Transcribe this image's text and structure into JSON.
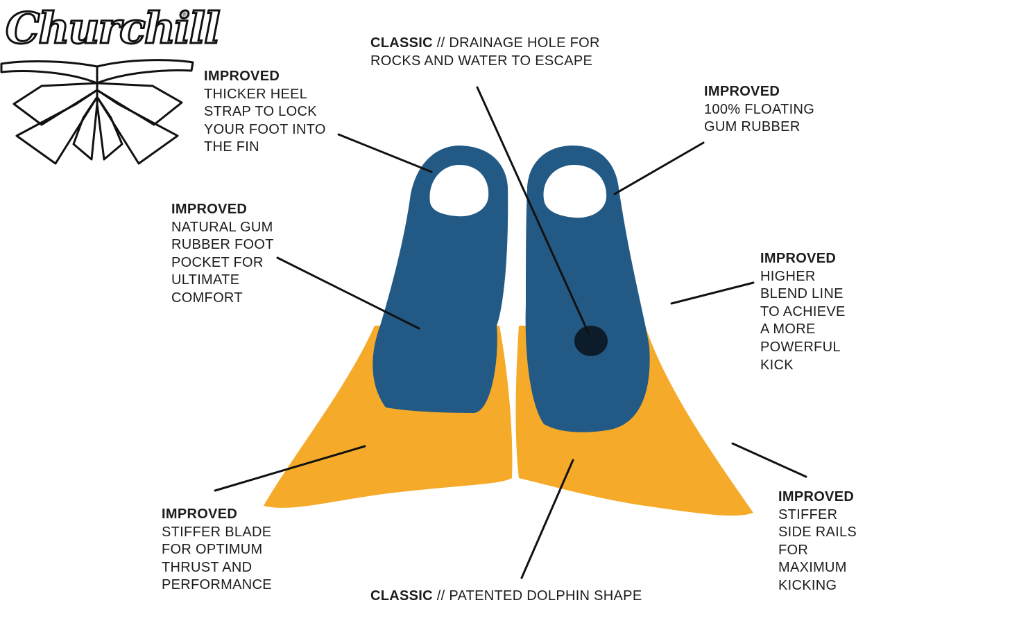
{
  "brand": {
    "name": "Churchill",
    "registered": "®"
  },
  "colors": {
    "blue": "#225a85",
    "yellow": "#f5aa2a",
    "ink": "#111111"
  },
  "callouts": {
    "heel_strap": {
      "tag": "IMPROVED",
      "lines": [
        "THICKER HEEL",
        "STRAP TO LOCK",
        "YOUR FOOT INTO",
        "THE FIN"
      ]
    },
    "drainage": {
      "tag": "CLASSIC",
      "sep": " // ",
      "first": "DRAINAGE HOLE FOR",
      "second": "ROCKS AND WATER TO ESCAPE"
    },
    "floating": {
      "tag": "IMPROVED",
      "lines": [
        "100% FLOATING",
        "GUM RUBBER"
      ]
    },
    "foot_pocket": {
      "tag": "IMPROVED",
      "lines": [
        "NATURAL GUM",
        "RUBBER FOOT",
        "POCKET FOR",
        "ULTIMATE",
        "COMFORT"
      ]
    },
    "blend_line": {
      "tag": "IMPROVED",
      "lines": [
        "HIGHER",
        "BLEND LINE",
        "TO ACHIEVE",
        "A MORE",
        "POWERFUL",
        "KICK"
      ]
    },
    "blade": {
      "tag": "IMPROVED",
      "lines": [
        "STIFFER BLADE",
        "FOR OPTIMUM",
        "THRUST AND",
        "PERFORMANCE"
      ]
    },
    "side_rails": {
      "tag": "IMPROVED",
      "lines": [
        "STIFFER",
        "SIDE RAILS",
        "FOR",
        "MAXIMUM",
        "KICKING"
      ]
    },
    "dolphin": {
      "tag": "CLASSIC",
      "sep": " // ",
      "text": "PATENTED DOLPHIN SHAPE"
    }
  }
}
